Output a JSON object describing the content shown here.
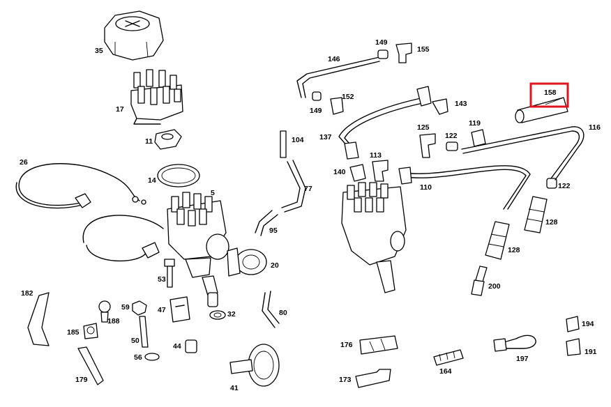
{
  "highlight": {
    "color": "#e0141e",
    "part": "158"
  },
  "labels": {
    "p35": "35",
    "p17": "17",
    "p11": "11",
    "p26": "26",
    "p14": "14",
    "p5": "5",
    "p104": "104",
    "p77": "77",
    "p95": "95",
    "p20": "20",
    "p53": "53",
    "p182": "182",
    "p59": "59",
    "p188": "188",
    "p47": "47",
    "p32": "32",
    "p80": "80",
    "p185": "185",
    "p50": "50",
    "p44": "44",
    "p56": "56",
    "p179": "179",
    "p41": "41",
    "p146": "146",
    "p149a": "149",
    "p155": "155",
    "p152": "152",
    "p149b": "149",
    "p143": "143",
    "p137": "137",
    "p158": "158",
    "p119": "119",
    "p125": "125",
    "p122a": "122",
    "p116": "116",
    "p113": "113",
    "p140": "140",
    "p110": "110",
    "p122b": "122",
    "p128a": "128",
    "p128b": "128",
    "p200": "200",
    "p176": "176",
    "p173": "173",
    "p164": "164",
    "p197": "197",
    "p194": "194",
    "p191": "191"
  }
}
